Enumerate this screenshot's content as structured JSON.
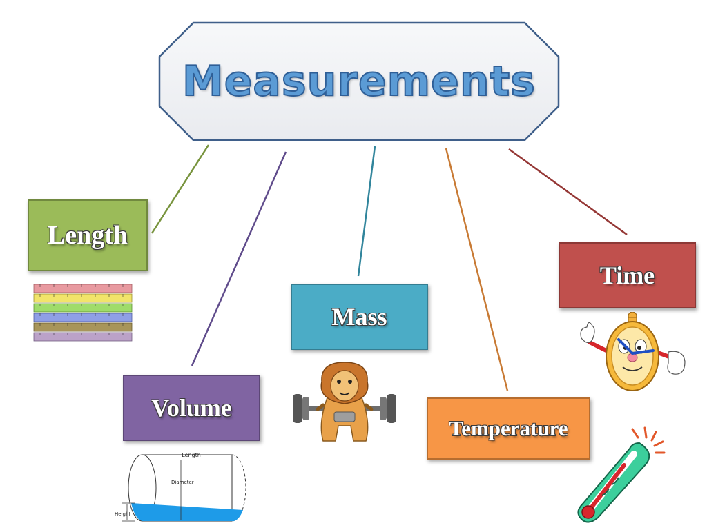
{
  "title": {
    "text": "Measurements"
  },
  "nodes": {
    "length": {
      "label": "Length",
      "color": "#9bbb59",
      "border": "#71893f"
    },
    "volume": {
      "label": "Volume",
      "color": "#8064a2",
      "border": "#5c4776"
    },
    "mass": {
      "label": "Mass",
      "color": "#4bacc6",
      "border": "#357d91"
    },
    "temperature": {
      "label": "Temperature",
      "color": "#f79646",
      "border": "#b66d2f"
    },
    "time": {
      "label": "Time",
      "color": "#c0504d",
      "border": "#8c3836"
    }
  },
  "connector_colors": {
    "length": "#77933c",
    "volume": "#5f4b8b",
    "mass": "#31859c",
    "temperature": "#c87a34",
    "time": "#953735"
  },
  "illustrations": {
    "ruler": {
      "icon": "ruler-icon"
    },
    "cylinder": {
      "icon": "cylinder-diagram-icon",
      "length_label": "Length",
      "diameter_label": "Diameter",
      "height_label": "Height"
    },
    "lion": {
      "icon": "weightlifting-lion-icon"
    },
    "clock": {
      "icon": "cartoon-clock-icon"
    },
    "thermometer": {
      "icon": "thermometer-icon"
    }
  }
}
